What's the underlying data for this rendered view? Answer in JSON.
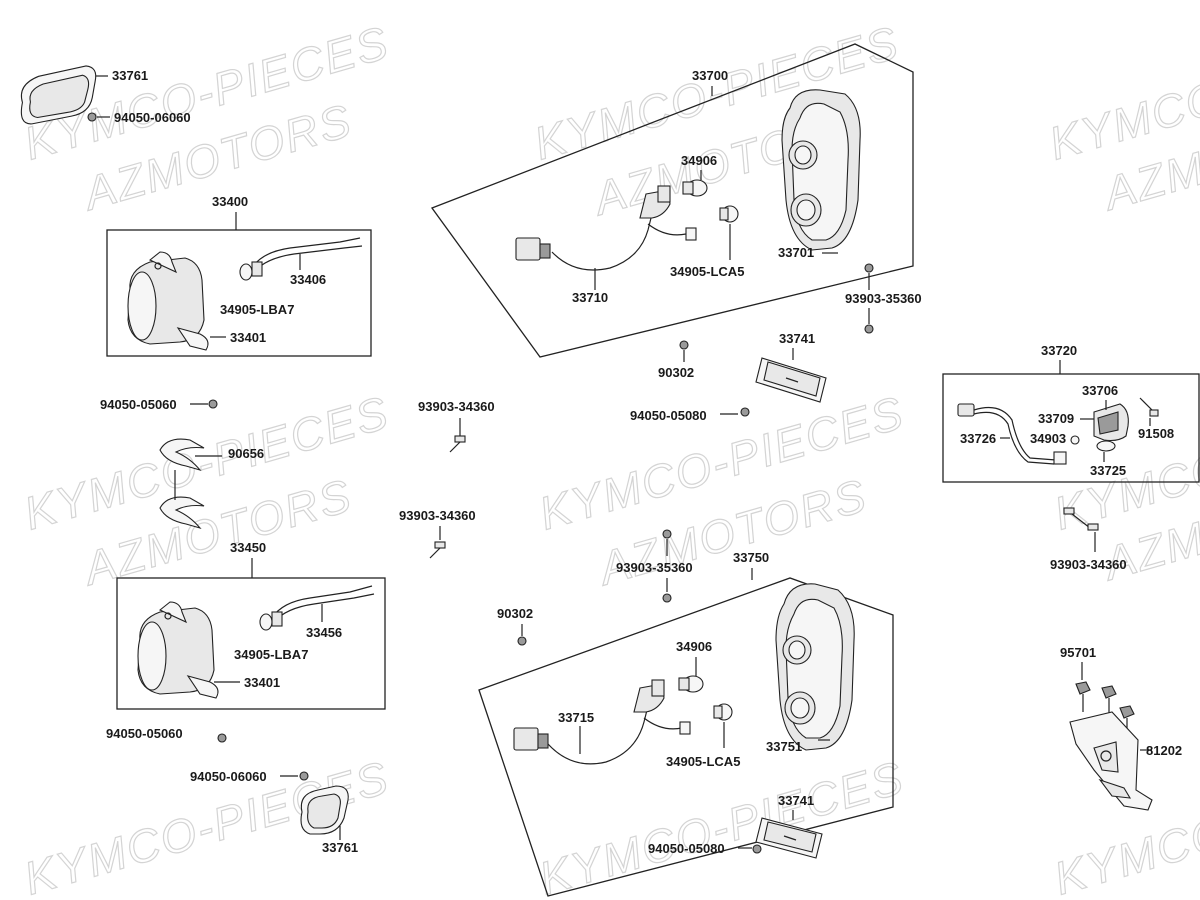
{
  "watermark": {
    "line1": "KYMCO-PIECES",
    "line2": "AZMOTORS",
    "short1": "KYMCO",
    "short2": "AZMO"
  },
  "labels": {
    "p33761_a": "33761",
    "p94050_06060_a": "94050-06060",
    "p33400": "33400",
    "p33406": "33406",
    "p34905_lba7_a": "34905-LBA7",
    "p33401_a": "33401",
    "p94050_05060_a": "94050-05060",
    "p90656": "90656",
    "p33450": "33450",
    "p33456": "33456",
    "p34905_lba7_b": "34905-LBA7",
    "p33401_b": "33401",
    "p94050_05060_b": "94050-05060",
    "p94050_06060_b": "94050-06060",
    "p33761_b": "33761",
    "p33700": "33700",
    "p34906_a": "34906",
    "p33701": "33701",
    "p34905_lca5_a": "34905-LCA5",
    "p33710": "33710",
    "p93903_35360_a": "93903-35360",
    "p33741_a": "33741",
    "p90302_a": "90302",
    "p94050_05080_a": "94050-05080",
    "p93903_34360_a": "93903-34360",
    "p93903_34360_b": "93903-34360",
    "p93903_35360_b": "93903-35360",
    "p33750": "33750",
    "p90302_b": "90302",
    "p34906_b": "34906",
    "p33715": "33715",
    "p34905_lca5_b": "34905-LCA5",
    "p33751": "33751",
    "p33741_b": "33741",
    "p94050_05080_b": "94050-05080",
    "p33720": "33720",
    "p33706": "33706",
    "p33709": "33709",
    "p33726": "33726",
    "p34903": "34903",
    "p91508": "91508",
    "p33725": "33725",
    "p93903_34360_c": "93903-34360",
    "p95701": "95701",
    "p81202": "81202"
  }
}
